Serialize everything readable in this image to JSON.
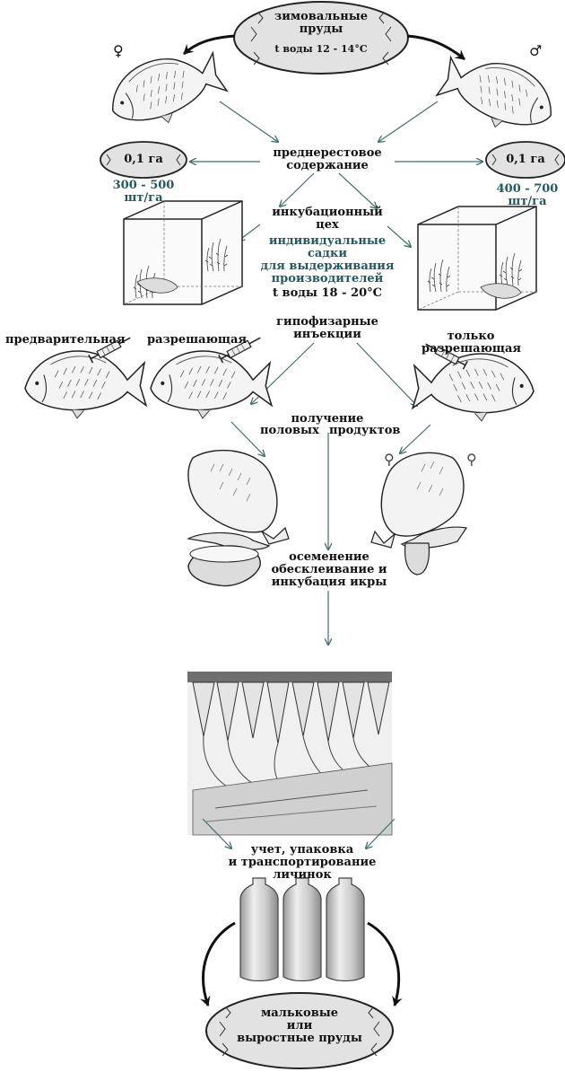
{
  "nodes": {
    "wintering_ponds": {
      "line1": "зимовальные",
      "line2": "пруды",
      "temp": "t воды 12 - 14°C"
    },
    "female_symbol": "♀",
    "male_symbol": "♂",
    "prespawning": {
      "line1": "преднерестовое",
      "line2": "содержание"
    },
    "area_left": "0,1 га",
    "area_right": "0,1 га",
    "density_left": {
      "line1": "300 - 500",
      "line2": "шт/га"
    },
    "density_right": {
      "line1": "400 - 700",
      "line2": "шт/га"
    },
    "hatchery": {
      "line1": "инкубационный",
      "line2": "цех"
    },
    "cages": {
      "line1": "индивидуальные",
      "line2": "садки",
      "line3": "для выдерживания",
      "line4": "производителей",
      "line5": "t воды 18 - 20°C"
    },
    "injections": {
      "line1": "гипофизарные",
      "line2": "инъекции"
    },
    "preliminary": "предварительная",
    "resolving": "разрешающая",
    "only_resolving": {
      "line1": "только",
      "line2": "разрешающая"
    },
    "products": {
      "line1": "получение",
      "line2a": "половых",
      "line2b": "продуктов"
    },
    "insemination": {
      "line1": "осеменение",
      "line2": "обесклеивание и",
      "line3": "инкубация икры"
    },
    "packing": {
      "line1": "учет, упаковка",
      "line2": "и транспортирование",
      "line3": "личинок"
    },
    "nursery_ponds": {
      "line1": "мальковые",
      "line2": "или",
      "line3": "выростные пруды"
    }
  },
  "colors": {
    "arrow": "#3f6f6a",
    "teal_text": "#215a63",
    "oval_fill": "#e2e2e2"
  }
}
